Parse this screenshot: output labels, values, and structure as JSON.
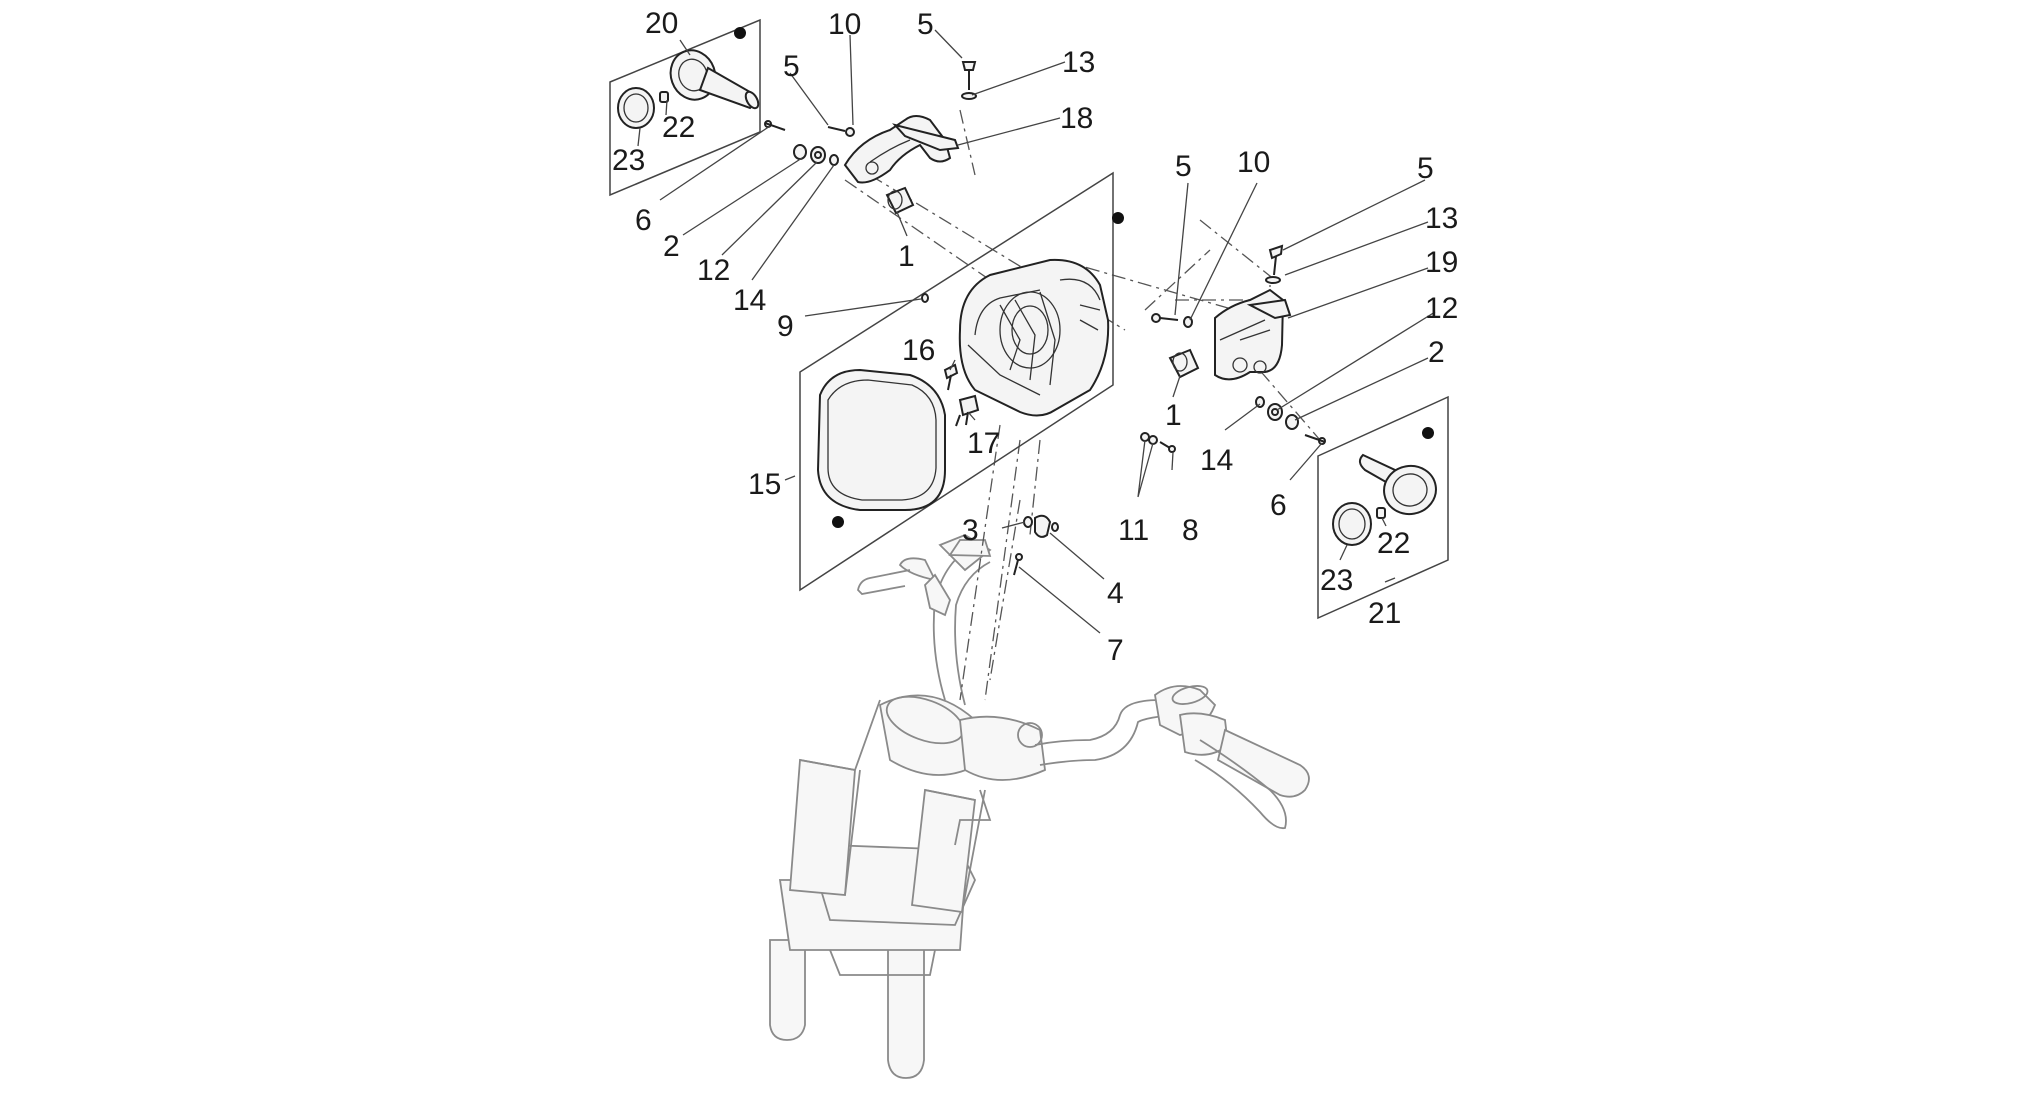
{
  "labels": {
    "l_20": "20",
    "l_10a": "10",
    "l_5a": "5",
    "l_13a": "13",
    "l_5b": "5",
    "l_18": "18",
    "l_22a": "22",
    "l_23a": "23",
    "l_6a": "6",
    "l_2a": "2",
    "l_12a": "12",
    "l_14a": "14",
    "l_1a": "1",
    "l_9": "9",
    "l_5c": "5",
    "l_10b": "10",
    "l_5d": "5",
    "l_13b": "13",
    "l_19": "19",
    "l_12b": "12",
    "l_2b": "2",
    "l_16": "16",
    "l_17": "17",
    "l_15": "15",
    "l_1b": "1",
    "l_14b": "14",
    "l_11": "11",
    "l_8": "8",
    "l_6b": "6",
    "l_3": "3",
    "l_4": "4",
    "l_7": "7",
    "l_22b": "22",
    "l_23b": "23",
    "l_21": "21"
  }
}
